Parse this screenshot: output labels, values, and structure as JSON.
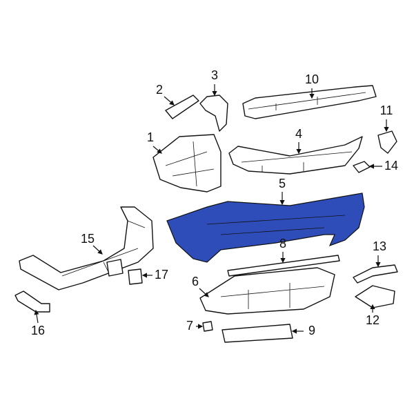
{
  "highlight_color": "#2f4db8",
  "callouts": [
    {
      "id": "1",
      "text": "1"
    },
    {
      "id": "2",
      "text": "2"
    },
    {
      "id": "3",
      "text": "3"
    },
    {
      "id": "4",
      "text": "4"
    },
    {
      "id": "5",
      "text": "5"
    },
    {
      "id": "6",
      "text": "6"
    },
    {
      "id": "7",
      "text": "7"
    },
    {
      "id": "8",
      "text": "8"
    },
    {
      "id": "9",
      "text": "9"
    },
    {
      "id": "10",
      "text": "10"
    },
    {
      "id": "11",
      "text": "11"
    },
    {
      "id": "12",
      "text": "12"
    },
    {
      "id": "13",
      "text": "13"
    },
    {
      "id": "14",
      "text": "14"
    },
    {
      "id": "15",
      "text": "15"
    },
    {
      "id": "16",
      "text": "16"
    },
    {
      "id": "17",
      "text": "17"
    }
  ]
}
